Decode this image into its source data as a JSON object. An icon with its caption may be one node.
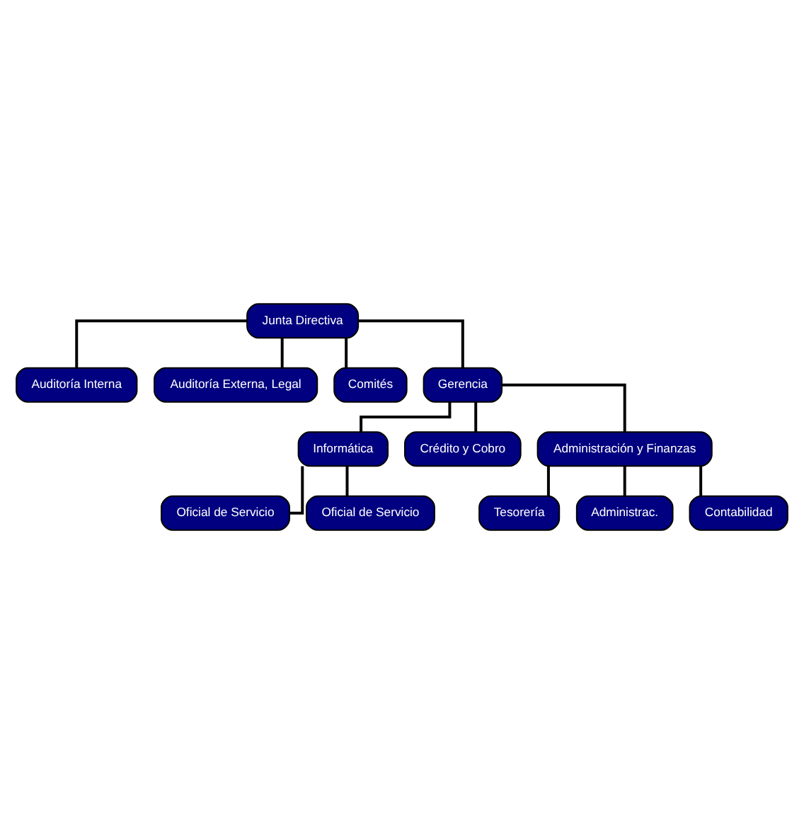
{
  "diagram": {
    "nodes": [
      {
        "text": [
          "Junta Directiva"
        ]
      },
      {
        "text": [
          "Auditoría Interna"
        ]
      },
      {
        "text": [
          "Auditoría Externa, Legal"
        ]
      },
      {
        "text": [
          "Comités"
        ]
      },
      {
        "text": [
          "Gerencia"
        ]
      },
      {
        "text": [
          "Informática"
        ]
      },
      {
        "text": [
          "Oficial de Servicio"
        ]
      },
      {
        "text": [
          "Oficial de Servicio"
        ]
      },
      {
        "text": [
          "Crédito y Cobro"
        ]
      },
      {
        "text": [
          "Administración y Finanzas"
        ]
      },
      {
        "text": [
          "Tesorería"
        ]
      },
      {
        "text": [
          "Administrac."
        ]
      },
      {
        "text": [
          "Contabilidad"
        ]
      }
    ],
    "edges": [
      {
        "from": 0,
        "to": 1,
        "arrow": "none"
      },
      {
        "from": 0,
        "to": 2,
        "arrow": "none"
      },
      {
        "from": 0,
        "to": 3,
        "arrow": "none"
      },
      {
        "from": 0,
        "to": 4,
        "arrow": "none"
      },
      {
        "from": 4,
        "to": 5,
        "arrow": "none"
      },
      {
        "from": 5,
        "to": 6,
        "arrow": "none"
      },
      {
        "from": 5,
        "to": 7,
        "arrow": "none"
      },
      {
        "from": 4,
        "to": 8,
        "arrow": "none"
      },
      {
        "from": 4,
        "to": 9,
        "arrow": "none"
      },
      {
        "from": 9,
        "to": 10,
        "arrow": "none"
      },
      {
        "from": 9,
        "to": 11,
        "arrow": "none"
      },
      {
        "from": 9,
        "to": 12,
        "arrow": "none"
      }
    ]
  }
}
